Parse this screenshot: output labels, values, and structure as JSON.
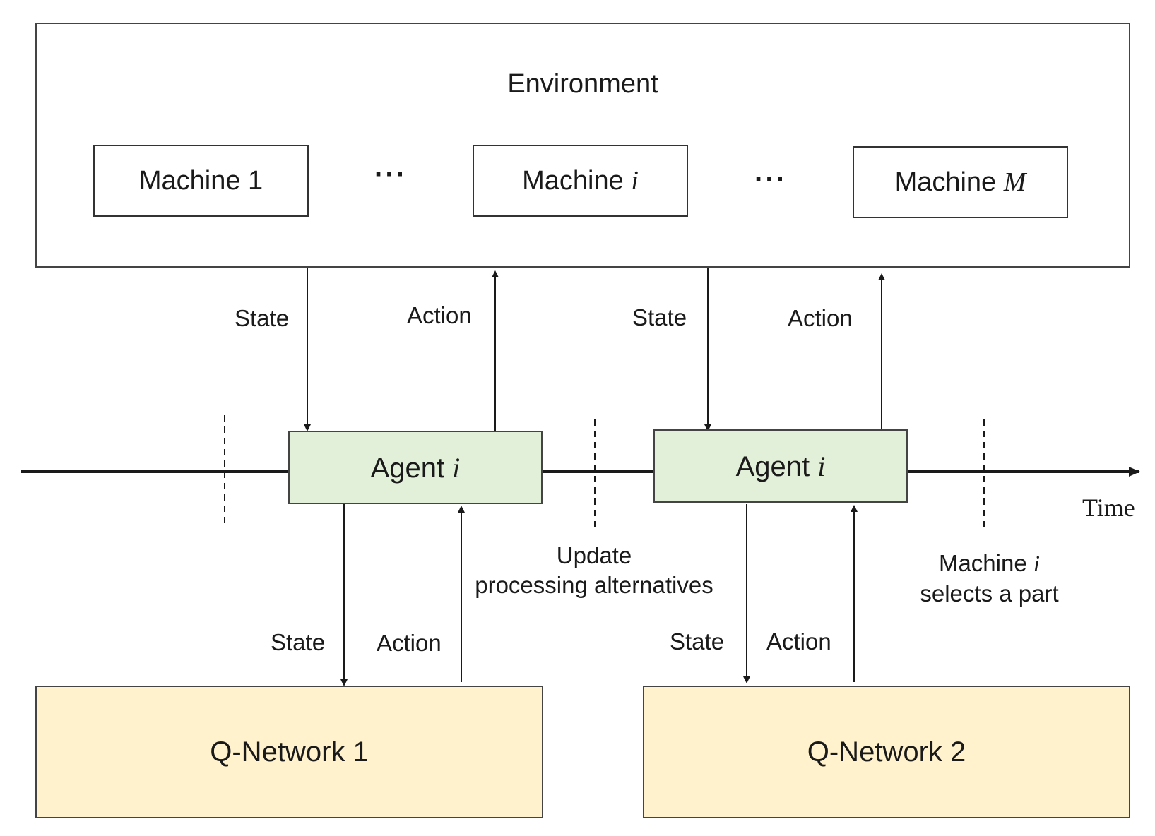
{
  "environment": {
    "title": "Environment"
  },
  "machines": [
    {
      "prefix": "Machine",
      "index": "1",
      "index_style": "plain"
    },
    {
      "prefix": "Machine",
      "index": "i",
      "index_style": "italic"
    },
    {
      "prefix": "Machine",
      "index": "M",
      "index_style": "italic"
    }
  ],
  "ellipsis": "···",
  "agents": [
    {
      "prefix": "Agent",
      "index": "i"
    },
    {
      "prefix": "Agent",
      "index": "i"
    }
  ],
  "q_networks": [
    "Q-Network 1",
    "Q-Network 2"
  ],
  "arrows": {
    "state": "State",
    "action": "Action"
  },
  "annotations": {
    "update_line1": "Update",
    "update_line2": "processing alternatives",
    "machine_select_prefix": "Machine",
    "machine_select_index": "i",
    "machine_select_line2": "selects a part"
  },
  "time_axis": {
    "label": "Time"
  },
  "colors": {
    "agent_fill": "#e2efd9",
    "qnetwork_fill": "#fff2cc",
    "line": "#1a1a1a"
  }
}
